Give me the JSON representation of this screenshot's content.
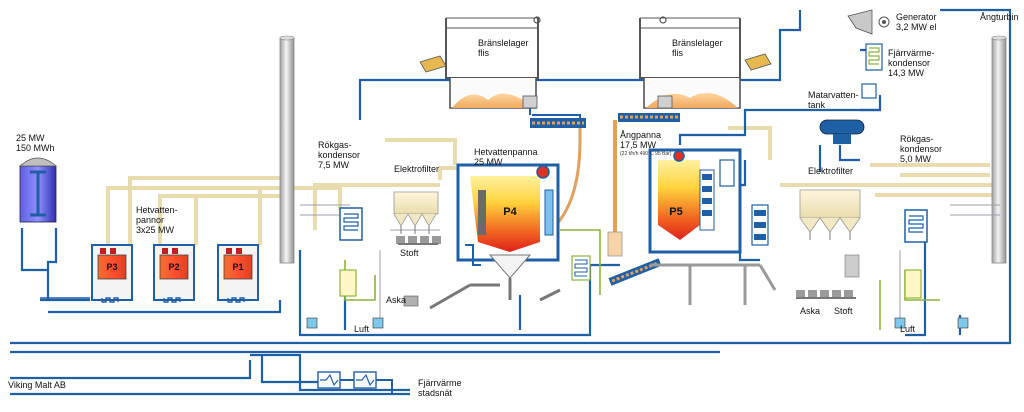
{
  "labels": {
    "storage_capacity": "25 MW\n150 MWh",
    "hotwater_boilers": "Hetvatten-\npannor\n3x25 MW",
    "flue_gas_condenser_left": "Rökgas-\nkondensor\n7,5 MW",
    "electrofilter_left": "Elektrofilter",
    "dust_left": "Stoft",
    "ash_left": "Aska",
    "air_left": "Luft",
    "fuel_store_left": "Bränslelager\nflis",
    "hotwater_boiler_p4": "Hetvattenpanna\n25 MW",
    "fuel_store_right": "Bränslelager\nflis",
    "steam_boiler_p5": "Ångpanna\n17,5 MW",
    "steam_boiler_spec": "(22 t/h/h 490°C 95 Bar)",
    "feedwater_tank": "Matarvatten-\ntank",
    "electrofilter_right": "Elektrofilter",
    "ash_right": "Aska",
    "dust_right": "Stoft",
    "air_right": "Luft",
    "flue_gas_condenser_right": "Rökgas-\nkondensor\n5,0 MW",
    "generator": "Generator\n3,2 MW el",
    "district_heating_condenser": "Fjärrvärme-\nkondensor\n14,3 MW",
    "steam_turbine": "Ångturbin",
    "viking_malt": "Viking Malt AB",
    "district_heating_network": "Fjärrvärme\nstadsnät"
  },
  "units": {
    "p1": "P1",
    "p2": "P2",
    "p3": "P3",
    "p4": "P4",
    "p5": "P5"
  },
  "colors": {
    "supply_pipe": "#1f5fa6",
    "flue_gas_duct": "#e8dcae",
    "fuel_conveyor": "#e0a060",
    "green_pipe": "#8cb43c",
    "flame_top": "#ffd23c",
    "flame_bottom": "#e0201c"
  }
}
